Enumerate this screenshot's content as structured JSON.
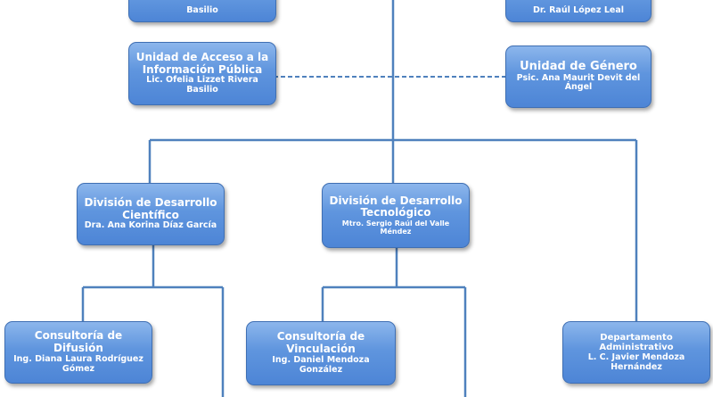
{
  "top_boxes": {
    "left_name": "Basilio",
    "right_name": "Dr. Raúl López Leal"
  },
  "units": {
    "access": {
      "title": "Unidad de Acceso a la Información Pública",
      "name": "Lic. Ofelia Lizzet Rivera Basilio"
    },
    "gender": {
      "title": "Unidad de Género",
      "name": "Psic. Ana Maurit Devit del Ángel"
    }
  },
  "divisions": {
    "scientific": {
      "title": "División de Desarrollo Científico",
      "name": "Dra. Ana Korina Díaz García"
    },
    "technological": {
      "title": "División de Desarrollo Tecnológico",
      "name": "Mtro. Sergio Raúl del Valle Méndez"
    }
  },
  "consultancies": {
    "diffusion": {
      "title": "Consultoría de Difusión",
      "name": "Ing. Diana Laura Rodríguez Gómez"
    },
    "linkage": {
      "title": "Consultoría de Vinculación",
      "name": "Ing. Daniel Mendoza González"
    }
  },
  "departments": {
    "administrative": {
      "title": "Departamento Administrativo",
      "name": "L. C. Javier Mendoza Hernández"
    }
  },
  "colors": {
    "line": "#4f81bd",
    "box_top": "#8cb6ec",
    "box_bottom": "#4d85d6",
    "text": "#ffffff"
  }
}
